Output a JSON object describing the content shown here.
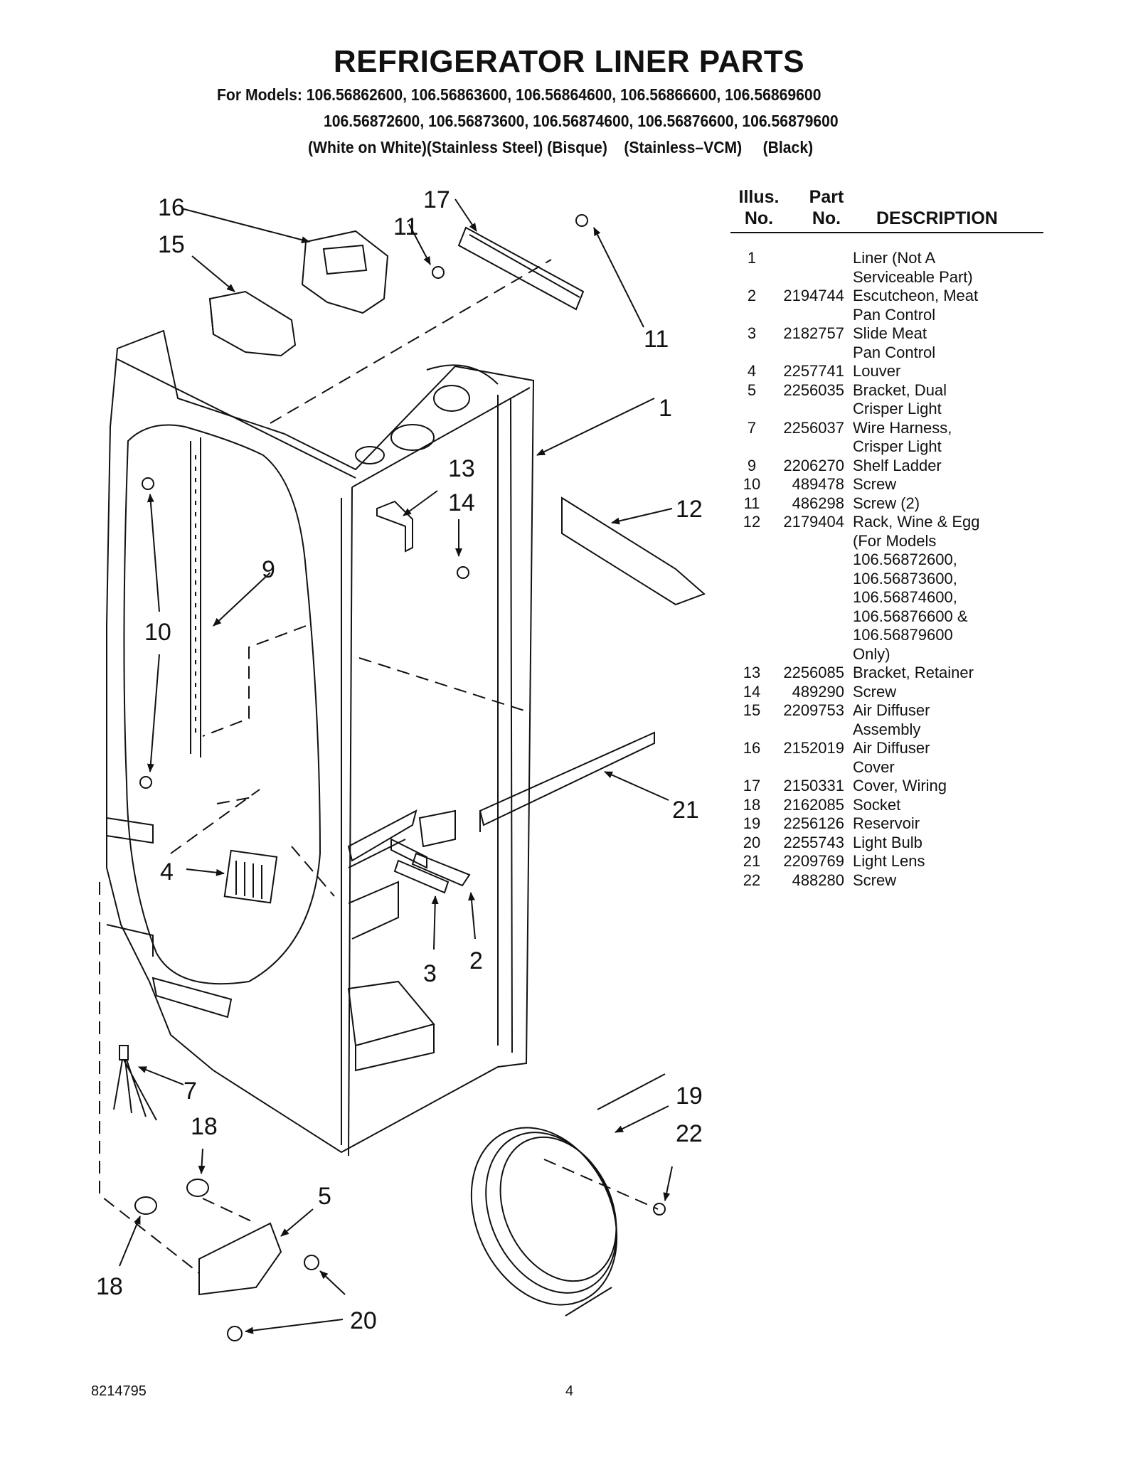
{
  "header": {
    "title": "REFRIGERATOR LINER PARTS",
    "models_line1": "For Models: 106.56862600, 106.56863600, 106.56864600, 106.56866600, 106.56869600",
    "models_line2": "106.56872600, 106.56873600, 106.56874600, 106.56876600, 106.56879600",
    "models_line3": "(White on White)(Stainless Steel) (Bisque)    (Stainless–VCM)     (Black)"
  },
  "table": {
    "col_illus": "Illus.\nNo.",
    "col_part": "Part\nNo.",
    "col_desc": "DESCRIPTION",
    "rows": [
      {
        "no": "1",
        "part": "",
        "desc": "Liner (Not A\nServiceable Part)"
      },
      {
        "no": "2",
        "part": "2194744",
        "desc": "Escutcheon, Meat\nPan Control"
      },
      {
        "no": "3",
        "part": "2182757",
        "desc": "Slide Meat\nPan Control"
      },
      {
        "no": "4",
        "part": "2257741",
        "desc": "Louver"
      },
      {
        "no": "5",
        "part": "2256035",
        "desc": "Bracket, Dual\nCrisper Light"
      },
      {
        "no": "7",
        "part": "2256037",
        "desc": "Wire Harness,\nCrisper Light"
      },
      {
        "no": "9",
        "part": "2206270",
        "desc": "Shelf Ladder"
      },
      {
        "no": "10",
        "part": "489478",
        "desc": "Screw"
      },
      {
        "no": "11",
        "part": "486298",
        "desc": "Screw (2)"
      },
      {
        "no": "12",
        "part": "2179404",
        "desc": "Rack, Wine & Egg\n(For Models\n 106.56872600,\n 106.56873600,\n 106.56874600,\n 106.56876600 &\n 106.56879600\n Only)"
      },
      {
        "no": "13",
        "part": "2256085",
        "desc": "Bracket, Retainer"
      },
      {
        "no": "14",
        "part": "489290",
        "desc": "Screw"
      },
      {
        "no": "15",
        "part": "2209753",
        "desc": "Air Diffuser\nAssembly"
      },
      {
        "no": "16",
        "part": "2152019",
        "desc": "Air Diffuser\nCover"
      },
      {
        "no": "17",
        "part": "2150331",
        "desc": "Cover, Wiring"
      },
      {
        "no": "18",
        "part": "2162085",
        "desc": "Socket"
      },
      {
        "no": "19",
        "part": "2256126",
        "desc": "Reservoir"
      },
      {
        "no": "20",
        "part": "2255743",
        "desc": "Light Bulb"
      },
      {
        "no": "21",
        "part": "2209769",
        "desc": "Light Lens"
      },
      {
        "no": "22",
        "part": "488280",
        "desc": "Screw"
      }
    ]
  },
  "callouts": {
    "c1": "1",
    "c2": "2",
    "c3": "3",
    "c4": "4",
    "c5": "5",
    "c7": "7",
    "c9": "9",
    "c10": "10",
    "c11a": "11",
    "c11b": "11",
    "c12": "12",
    "c13": "13",
    "c14": "14",
    "c15": "15",
    "c16": "16",
    "c17": "17",
    "c18a": "18",
    "c18b": "18",
    "c19": "19",
    "c20": "20",
    "c21": "21",
    "c22": "22"
  },
  "footer": {
    "doc_number": "8214795",
    "page": "4"
  }
}
